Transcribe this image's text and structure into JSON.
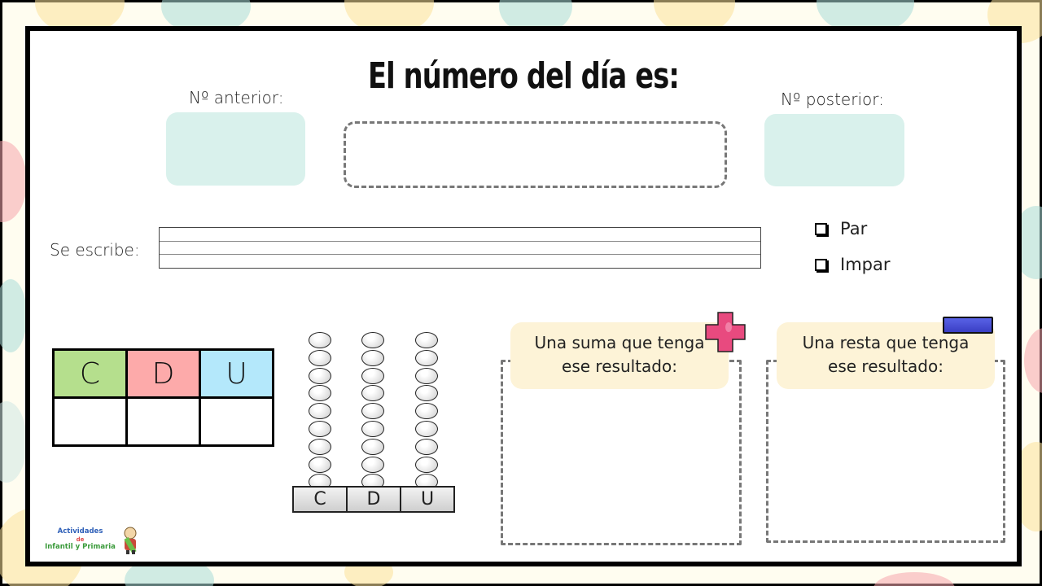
{
  "worksheet": {
    "title": "El número del día es:",
    "previous_label": "Nº anterior:",
    "next_label": "Nº posterior:",
    "written_label": "Se escribe:",
    "parity_options": [
      {
        "label": "Par",
        "checked": false
      },
      {
        "label": "Impar",
        "checked": false
      }
    ],
    "place_value_table": {
      "headers": [
        "C",
        "D",
        "U"
      ],
      "header_colors": [
        "#b5df8d",
        "#fdaaaa",
        "#b4e8fb"
      ],
      "values": [
        "",
        "",
        ""
      ]
    },
    "abacus": {
      "columns": [
        "C",
        "D",
        "U"
      ],
      "beads_per_column": 9
    },
    "sum_card": {
      "line1": "Una suma que tenga",
      "line2": "ese resultado:",
      "icon": "plus-icon",
      "icon_color": "#e84a7f"
    },
    "subtraction_card": {
      "line1": "Una resta que tenga",
      "line2": "ese resultado:",
      "icon": "minus-icon",
      "icon_color": "#4a52d8"
    },
    "logo": {
      "line1": "Actividades",
      "line2": "de",
      "line3": "Infantil y Primaria"
    }
  },
  "colors": {
    "mint": "#d9f1ec",
    "card_cream": "#fdf3d7",
    "dash_gray": "#777777"
  }
}
